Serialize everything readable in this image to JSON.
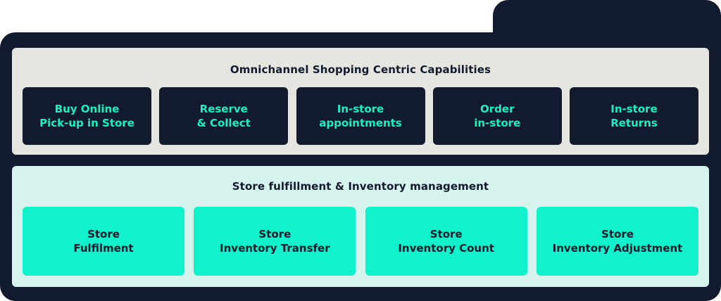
{
  "top_section": {
    "title": "Omnichannel Shopping Centric Capabilities",
    "cards": [
      {
        "line1": "Buy Online",
        "line2": "Pick-up in Store"
      },
      {
        "line1": "Reserve",
        "line2": "& Collect"
      },
      {
        "line1": "In-store",
        "line2": "appointments"
      },
      {
        "line1": "Order",
        "line2": "in-store"
      },
      {
        "line1": "In-store",
        "line2": "Returns"
      }
    ]
  },
  "bottom_section": {
    "title": "Store fulfillment & Inventory management",
    "cards": [
      {
        "line1": "Store",
        "line2": "Fulfilment"
      },
      {
        "line1": "Store",
        "line2": "Inventory Transfer"
      },
      {
        "line1": "Store",
        "line2": "Inventory Count"
      },
      {
        "line1": "Store",
        "line2": "Inventory Adjustment"
      }
    ]
  },
  "colors": {
    "navy": "#121a2d",
    "mint": "#0ff2cb",
    "mint_text": "#19f0c4",
    "light_gray": "#e5e6e0",
    "light_mint": "#d6f4ee"
  }
}
